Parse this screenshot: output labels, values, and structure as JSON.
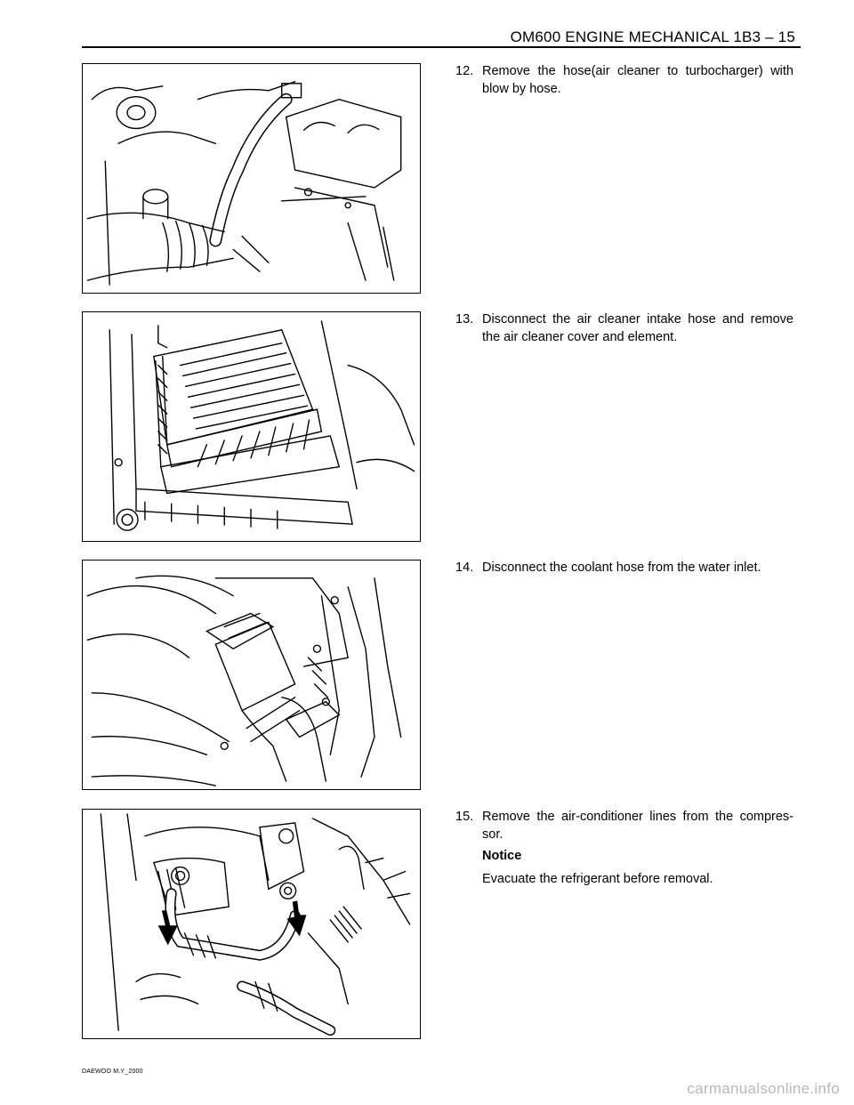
{
  "header": {
    "title": "OM600 ENGINE MECHANICAL  1B3 – 15"
  },
  "steps": [
    {
      "number": "12.",
      "text": "Remove the hose(air cleaner to turbocharger) with blow by hose."
    },
    {
      "number": "13.",
      "text": "Disconnect the air cleaner intake hose and remove the air cleaner cover and element."
    },
    {
      "number": "14.",
      "text": "Disconnect the coolant hose from the water inlet."
    },
    {
      "number": "15.",
      "text": "Remove the air-conditioner lines from the compres- sor."
    }
  ],
  "notice": {
    "title": "Notice",
    "text": "Evacuate the refrigerant before removal."
  },
  "footer": {
    "text": "DAEWOO M.Y_2000"
  },
  "watermark": {
    "text": "carmanualsonline.info"
  }
}
